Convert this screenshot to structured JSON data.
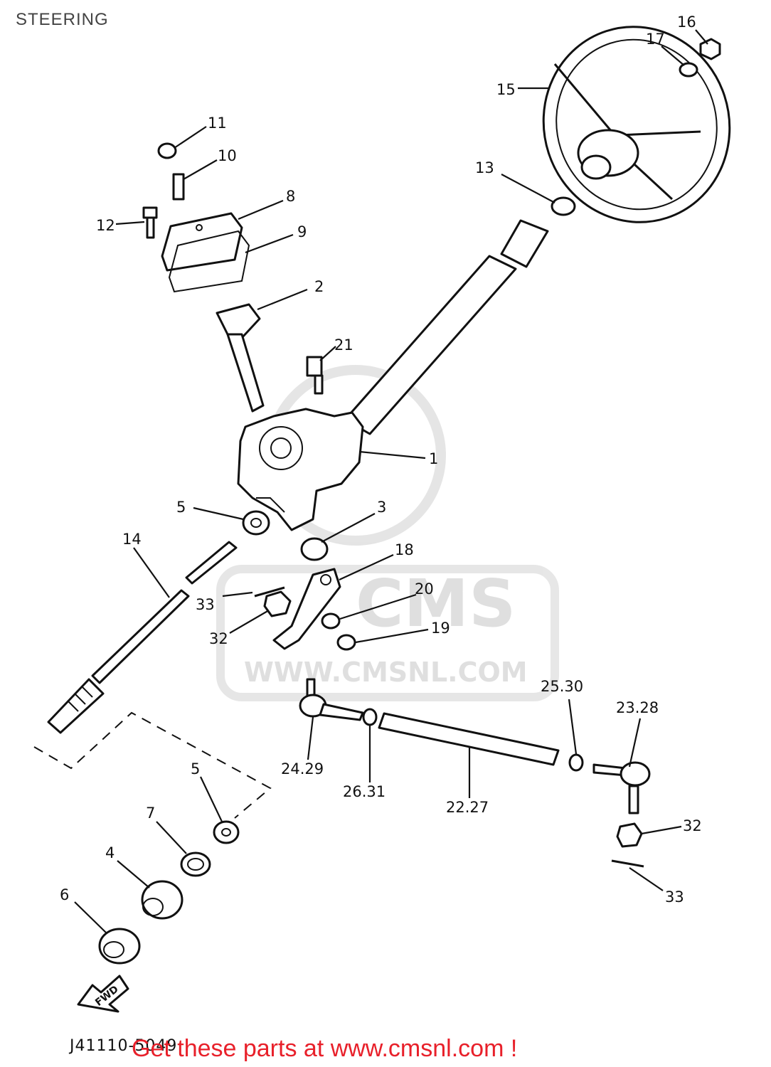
{
  "title": "STEERING",
  "drawing_code": "J41110-5049",
  "promo_text": "Get these parts at www.cmsnl.com !",
  "watermark": {
    "logo_text": "CMS",
    "url_text": "WWW.CMSNL.COM"
  },
  "fwd_arrow_label": "FWD",
  "colors": {
    "ink": "#111111",
    "promo": "#e8202a",
    "watermark": "#dcdcdc",
    "background": "#ffffff"
  },
  "callouts": [
    {
      "id": "c16",
      "label": "16"
    },
    {
      "id": "c17",
      "label": "17"
    },
    {
      "id": "c15",
      "label": "15"
    },
    {
      "id": "c11",
      "label": "11"
    },
    {
      "id": "c10",
      "label": "10"
    },
    {
      "id": "c13",
      "label": "13"
    },
    {
      "id": "c8",
      "label": "8"
    },
    {
      "id": "c12",
      "label": "12"
    },
    {
      "id": "c9",
      "label": "9"
    },
    {
      "id": "c2",
      "label": "2"
    },
    {
      "id": "c21",
      "label": "21"
    },
    {
      "id": "c1",
      "label": "1"
    },
    {
      "id": "c5a",
      "label": "5"
    },
    {
      "id": "c3",
      "label": "3"
    },
    {
      "id": "c14",
      "label": "14"
    },
    {
      "id": "c18",
      "label": "18"
    },
    {
      "id": "c20",
      "label": "20"
    },
    {
      "id": "c33a",
      "label": "33"
    },
    {
      "id": "c19",
      "label": "19"
    },
    {
      "id": "c32a",
      "label": "32"
    },
    {
      "id": "c25",
      "label": "25.30"
    },
    {
      "id": "c23",
      "label": "23.28"
    },
    {
      "id": "c24",
      "label": "24.29"
    },
    {
      "id": "c5b",
      "label": "5"
    },
    {
      "id": "c26",
      "label": "26.31"
    },
    {
      "id": "c22",
      "label": "22.27"
    },
    {
      "id": "c7",
      "label": "7"
    },
    {
      "id": "c32b",
      "label": "32"
    },
    {
      "id": "c4",
      "label": "4"
    },
    {
      "id": "c33b",
      "label": "33"
    },
    {
      "id": "c6",
      "label": "6"
    }
  ]
}
